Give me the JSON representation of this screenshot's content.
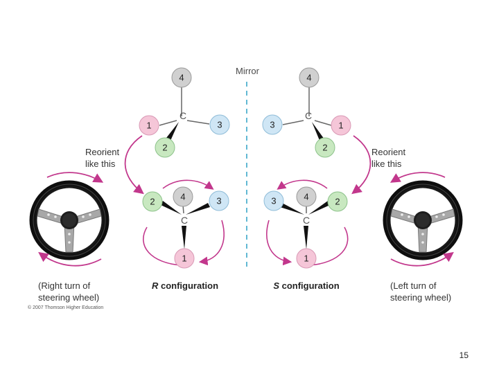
{
  "mirror_label": "Mirror",
  "colors": {
    "mirror": "#3aa6c8",
    "arrow": "#c2378c",
    "atom1": "#f5c6d8",
    "atom2": "#c8e8c0",
    "atom3": "#cfe6f5",
    "atom4": "#d0d0d0"
  },
  "atoms": {
    "one": "1",
    "two": "2",
    "three": "3",
    "four": "4",
    "center": "C"
  },
  "left": {
    "reorient_line1": "Reorient",
    "reorient_line2": "like this",
    "config_letter": "R",
    "config_word": " configuration",
    "caption_line1": "(Right turn of",
    "caption_line2": "steering wheel)"
  },
  "right": {
    "reorient_line1": "Reorient",
    "reorient_line2": "like this",
    "config_letter": "S",
    "config_word": " configuration",
    "caption_line1": "(Left turn of",
    "caption_line2": "steering wheel)"
  },
  "copyright": "© 2007 Thomson Higher Education",
  "page_number": "15",
  "icons": [
    "steering-wheel-icon",
    "steering-wheel-icon"
  ]
}
